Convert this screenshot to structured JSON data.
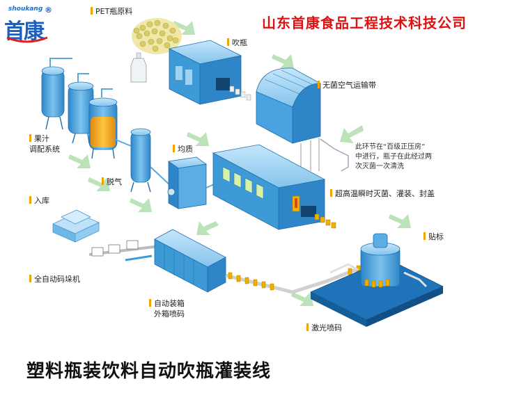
{
  "logo": {
    "brand_word": "shoukang",
    "brand_chinese": "首康",
    "registered_mark": "®"
  },
  "company_name": "山东首康食品工程技术科技公司",
  "labels": {
    "pet_material": "PET瓶原料",
    "blow_bottle": "吹瓶",
    "sterile_conveyor": "无菌空气运输带",
    "juice_system_line1": "果汁",
    "juice_system_line2": "调配系统",
    "homogenize": "均质",
    "degas": "脱气",
    "uht_fill_cap": "超高温瞬时灭菌、灌装、封盖",
    "warehouse": "入库",
    "labeling": "贴标",
    "palletizer": "全自动码垛机",
    "auto_case_line1": "自动装箱",
    "auto_case_line2": "外箱喷码",
    "laser_code": "激光喷码"
  },
  "note": {
    "line1": "此环节在“百级正压房”",
    "line2": "中进行，瓶子在此经过两",
    "line3": "次灭菌一次清洗"
  },
  "title": "塑料瓶装饮料自动吹瓶灌装线",
  "colors": {
    "machine_blue": "#3d9ad6",
    "machine_light": "#9fd2f2",
    "machine_dark": "#1e6fb0",
    "arrow_green": "#a9d9a6",
    "accent_orange": "#f0a400",
    "title_red": "#e01010"
  }
}
